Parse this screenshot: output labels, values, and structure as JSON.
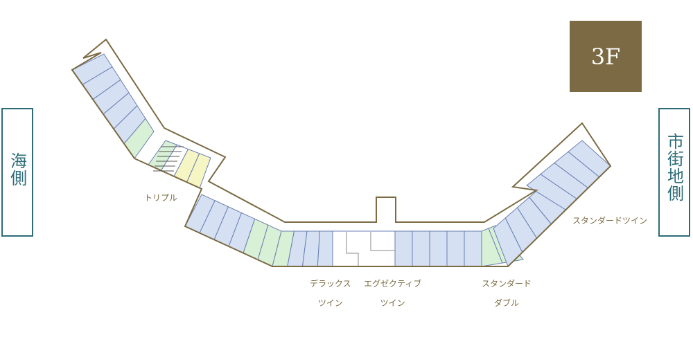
{
  "floor": "3F",
  "sides": {
    "left": "海側",
    "right": "市街地側"
  },
  "legend_colors": {
    "standard_twin": "#d5e0f3",
    "standard_double": "#d8f0d6",
    "triple": "#f6f6c5",
    "outline": "#7b6a43",
    "room_stroke": "#6a7fb0"
  },
  "room_types": {
    "triple": {
      "line1": "トリプル",
      "line2": ""
    },
    "deluxe_twin": {
      "line1": "デラックス",
      "line2": "ツイン"
    },
    "executive_twin": {
      "line1": "エグゼクティブ",
      "line2": "ツイン"
    },
    "standard_double": {
      "line1": "スタンダード",
      "line2": "ダブル"
    },
    "standard_twin": {
      "line1": "スタンダードツイン",
      "line2": ""
    }
  }
}
